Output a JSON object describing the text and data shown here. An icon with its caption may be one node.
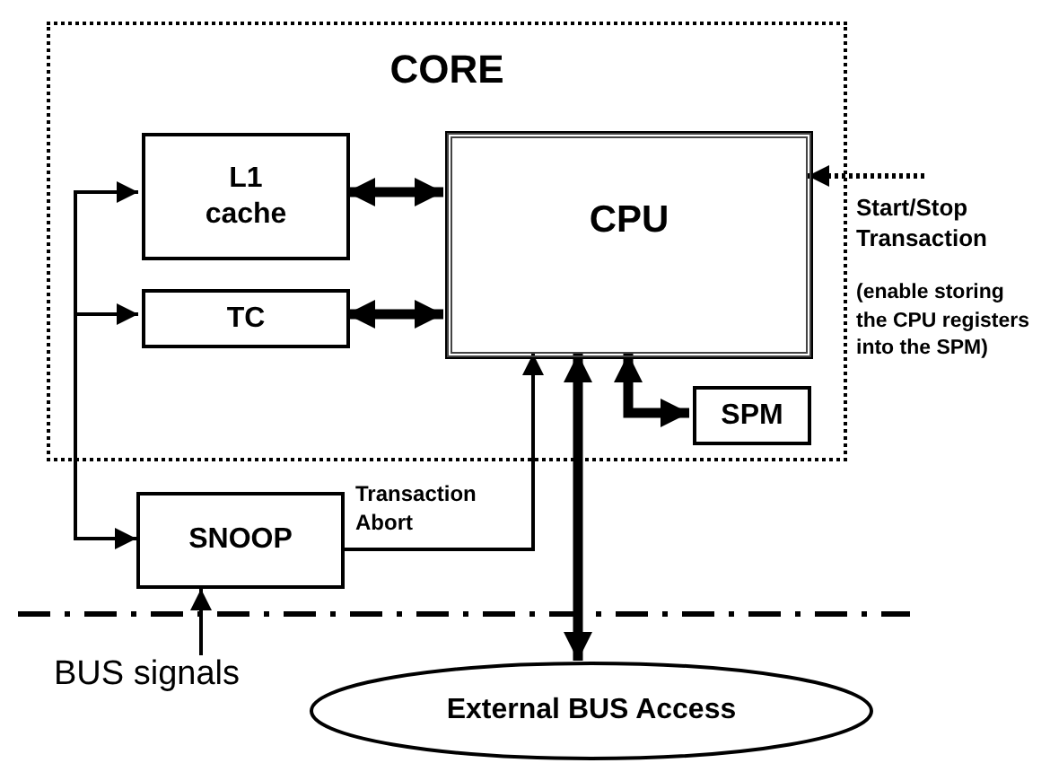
{
  "diagram": {
    "nodes": [
      {
        "text": [
          "CORE"
        ]
      },
      {
        "text": [
          "L1 cache"
        ],
        "in": 0
      },
      {
        "text": [
          "TC"
        ],
        "in": 0
      },
      {
        "text": [
          "CPU"
        ],
        "in": 0
      },
      {
        "text": [
          "SPM"
        ],
        "in": 0
      },
      {
        "text": [
          "SNOOP"
        ]
      },
      {
        "text": [
          "BUS signals"
        ]
      },
      {
        "text": [
          "External BUS Access"
        ]
      }
    ],
    "edges": [
      {
        "from": 1,
        "to": 3,
        "arrow": "both",
        "style": "thick"
      },
      {
        "from": 2,
        "to": 3,
        "arrow": "both",
        "style": "thick"
      },
      {
        "from": 3,
        "to": 4,
        "arrow": "both",
        "style": "thick"
      },
      {
        "from": null,
        "to": 1,
        "arrow": "to"
      },
      {
        "from": null,
        "to": 2,
        "arrow": "to"
      },
      {
        "from": null,
        "to": 5,
        "arrow": "to"
      },
      {
        "from": 6,
        "to": 5,
        "arrow": "to"
      },
      {
        "from": 5,
        "to": 3,
        "arrow": "to",
        "label": "Transaction Abort"
      },
      {
        "from": 3,
        "to": 7,
        "arrow": "both",
        "style": "thick"
      },
      {
        "from": null,
        "to": 3,
        "arrow": "to",
        "style": "dashed",
        "label": "Start/Stop Transaction"
      }
    ],
    "labels": [
      "(enable storing the CPU registers into the SPM)"
    ]
  }
}
